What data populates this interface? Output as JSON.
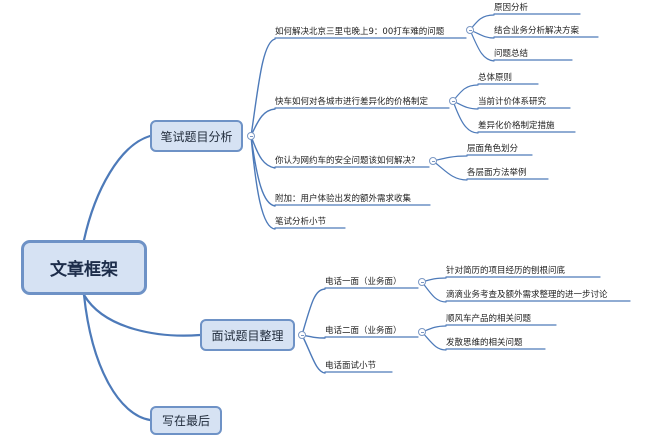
{
  "mindmap": {
    "root": "文章框架",
    "sections": [
      {
        "label": "笔试题目分析",
        "children": [
          {
            "label": "如何解决北京三里屯晚上9：00打车难的问题",
            "children": [
              "原因分析",
              "结合业务分析解决方案",
              "问题总结"
            ]
          },
          {
            "label": "快车如何对各城市进行差异化的价格制定",
            "children": [
              "总体原则",
              "当前计价体系研究",
              "差异化价格制定措施"
            ]
          },
          {
            "label": "你认为网约车的安全问题该如何解决?",
            "children": [
              "层面角色划分",
              "各层面方法举例"
            ]
          },
          {
            "label": "附加：用户体验出发的额外需求收集",
            "children": []
          },
          {
            "label": "笔试分析小节",
            "children": []
          }
        ]
      },
      {
        "label": "面试题目整理",
        "children": [
          {
            "label": "电话一面（业务面）",
            "children": [
              "针对简历的项目经历的刨根问底",
              "滴滴业务考查及额外需求整理的进一步讨论"
            ]
          },
          {
            "label": "电话二面（业务面）",
            "children": [
              "顺风车产品的相关问题",
              "发散思维的相关问题"
            ]
          },
          {
            "label": "电话面试小节",
            "children": []
          }
        ]
      },
      {
        "label": "写在最后",
        "children": []
      }
    ],
    "colors": {
      "box_fill": "#d6e2f3",
      "box_border": "#6e92c6",
      "link": "#4d7ab9",
      "underline": "#4d7ab9"
    }
  }
}
